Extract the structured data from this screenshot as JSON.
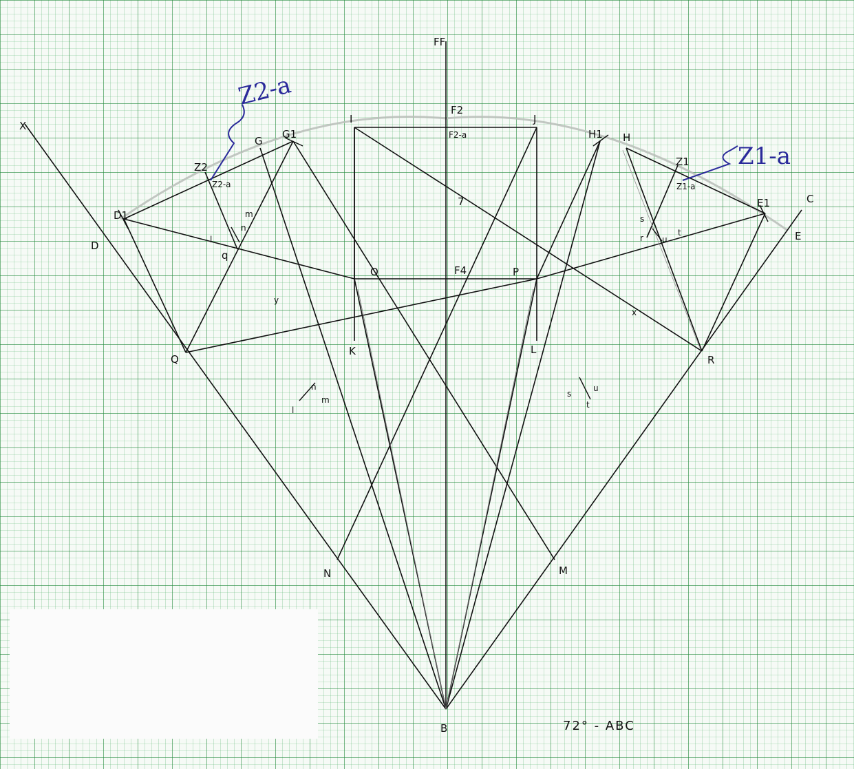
{
  "points": {
    "X": "X",
    "FF": "FF",
    "F2": "F2",
    "F2a": "F2-a",
    "I": "I",
    "J": "J",
    "G": "G",
    "G1": "G1",
    "H1": "H1",
    "H": "H",
    "Z1": "Z1",
    "Z2": "Z2",
    "Z1a_small": "Z1-a",
    "Z2a_small": "Z2-a",
    "D1": "D1",
    "D": "D",
    "E1": "E1",
    "C": "C",
    "E": "E",
    "seven": "7",
    "O": "O",
    "F4": "F4",
    "P": "P",
    "Q": "Q",
    "K": "K",
    "L": "L",
    "R": "R",
    "N": "N",
    "M": "M",
    "B": "B",
    "q": "q"
  },
  "annotations": {
    "z2a": "Z2-a",
    "z1a": "Z1-a"
  },
  "marks": {
    "y": "y",
    "x": "x",
    "l_left": "l",
    "m_left_top": "m",
    "n_left_top": "n",
    "l_left_low": "l",
    "n_left_low": "n",
    "m_left_low": "m",
    "s_right_top": "s",
    "t_right_top": "t",
    "u_right_top": "u",
    "r_right_top": "r",
    "s_right_low": "s",
    "u_right_low": "u",
    "t_right_low": "t"
  },
  "caption": "72° - ABC",
  "colors": {
    "grid": "#2fa14a",
    "ink": "#111111",
    "annotation": "#2a2a9a",
    "arc": "#b9bdb9"
  }
}
